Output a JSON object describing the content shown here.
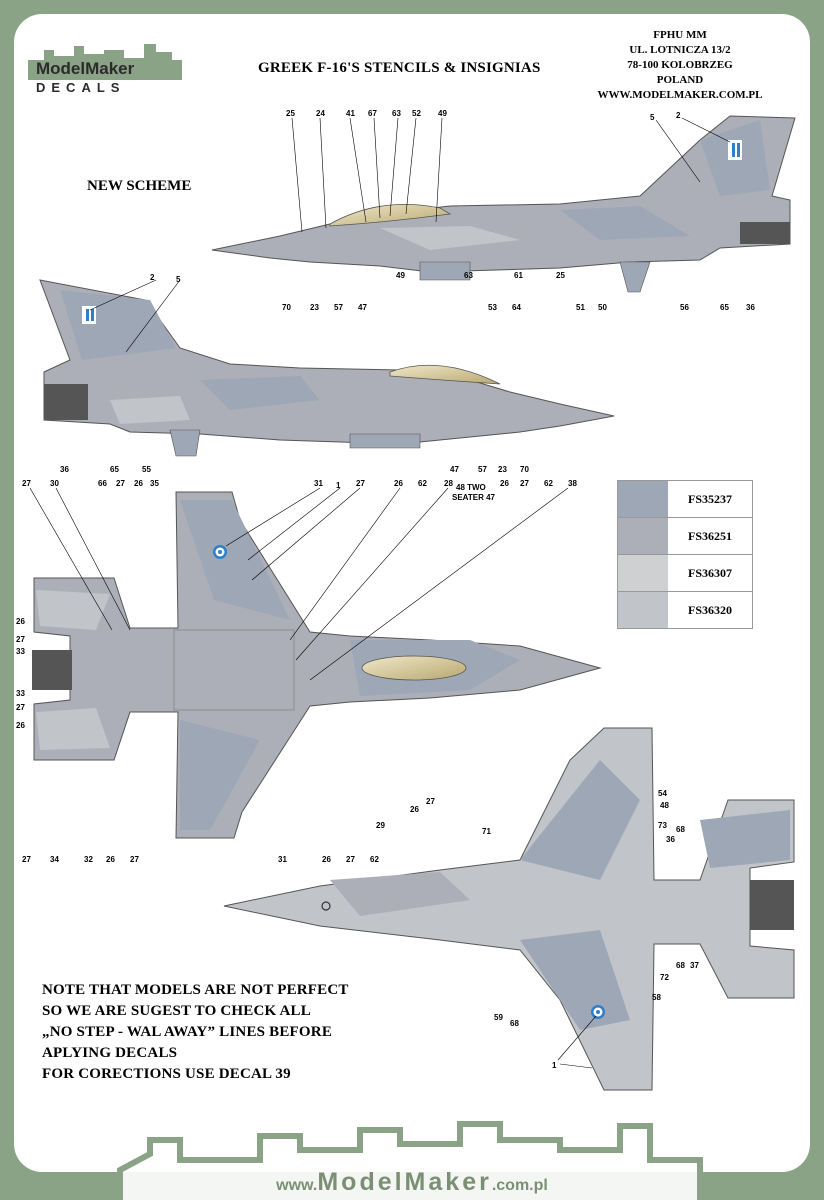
{
  "header": {
    "title": "GREEK F-16'S STENCILS & INSIGNIAS",
    "logo_line1": "ModelMaker",
    "logo_line2": "DECALS",
    "address": [
      "FPHU MM",
      "UL. LOTNICZA 13/2",
      "78-100 KOLOBRZEG",
      "POLAND",
      "WWW.MODELMAKER.COM.PL"
    ]
  },
  "scheme_label": "NEW SCHEME",
  "colors": {
    "background_frame": "#8aa386",
    "FS35237": "#9ea7b6",
    "FS36251": "#acafb7",
    "FS36307": "#cfd0d2",
    "FS36320": "#c1c4c9"
  },
  "swatches": [
    {
      "code": "FS35237",
      "hex": "#9ea7b6"
    },
    {
      "code": "FS36251",
      "hex": "#acafb7"
    },
    {
      "code": "FS36307",
      "hex": "#cfd0d2"
    },
    {
      "code": "FS36320",
      "hex": "#c1c4c9"
    }
  ],
  "note_lines": [
    "NOTE THAT MODELS ARE NOT PERFECT",
    "SO WE ARE SUGEST TO CHECK ALL",
    "„NO STEP - WAL AWAY” LINES BEFORE",
    "APLYING DECALS",
    "FOR CORECTIONS USE DECAL 39"
  ],
  "callouts": {
    "side1_top": [
      "25",
      "24",
      "41",
      "67",
      "63",
      "52",
      "49",
      "5",
      "2"
    ],
    "side1_bottom": [
      "70",
      "23",
      "57",
      "47",
      "49",
      "63",
      "53",
      "61",
      "64",
      "25",
      "51",
      "50",
      "56",
      "65",
      "36"
    ],
    "side2_top": [
      "2",
      "5"
    ],
    "side2_bottom": [
      "36",
      "65",
      "55",
      "47",
      "57",
      "23",
      "70"
    ],
    "top_view_top": [
      "27",
      "30",
      "66",
      "27",
      "26",
      "35",
      "31",
      "1",
      "27",
      "26",
      "62",
      "28",
      "48 TWO",
      "SEATER 47",
      "26",
      "27",
      "62",
      "38"
    ],
    "top_view_left": [
      "26",
      "27",
      "33",
      "33",
      "27",
      "26"
    ],
    "top_view_bottom": [
      "27",
      "34",
      "32",
      "26",
      "27",
      "31",
      "26",
      "27",
      "62",
      "29",
      "26",
      "27"
    ],
    "bottom_view": [
      "54",
      "48",
      "73",
      "68",
      "36",
      "71",
      "68",
      "37",
      "72",
      "58",
      "59",
      "68",
      "1"
    ]
  },
  "footer": {
    "prefix": "www.",
    "brand": "ModelMaker",
    "suffix": ".com.pl"
  }
}
